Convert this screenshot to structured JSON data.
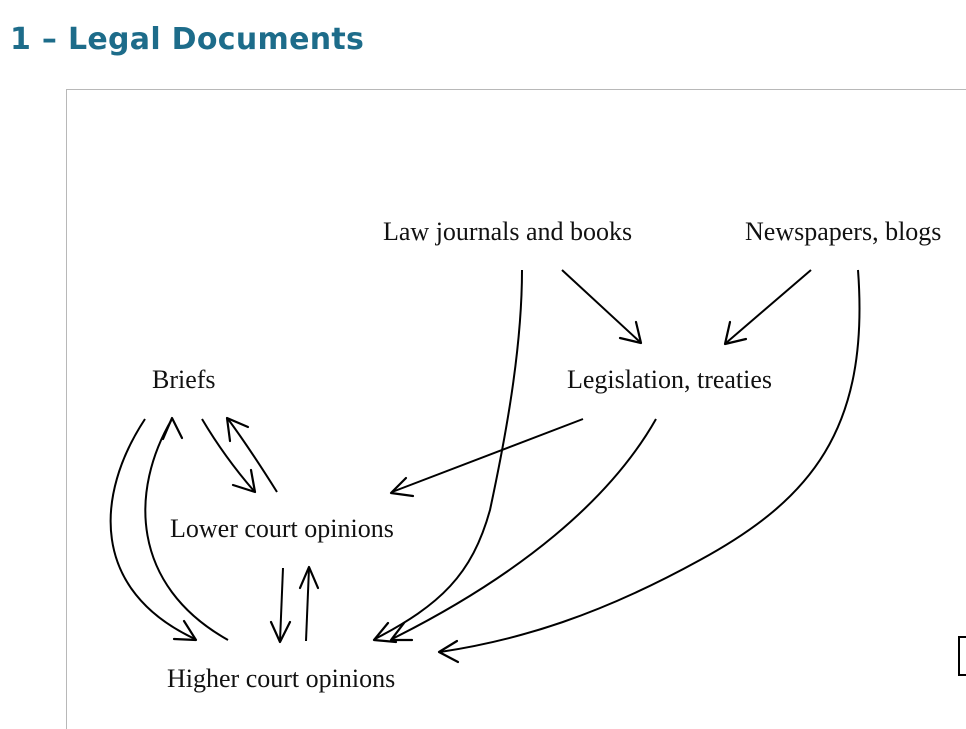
{
  "slide": {
    "title": "1 – Legal Documents"
  },
  "diagram": {
    "nodes": {
      "law_journals": "Law journals and books",
      "newspapers": "Newspapers, blogs",
      "briefs": "Briefs",
      "legislation": "Legislation, treaties",
      "lower_court": "Lower court opinions",
      "higher_court": "Higher court opinions"
    },
    "edges": [
      {
        "from": "law_journals",
        "to": "legislation"
      },
      {
        "from": "newspapers",
        "to": "legislation"
      },
      {
        "from": "law_journals",
        "to": "higher_court"
      },
      {
        "from": "newspapers",
        "to": "higher_court"
      },
      {
        "from": "legislation",
        "to": "lower_court"
      },
      {
        "from": "legislation",
        "to": "higher_court"
      },
      {
        "from": "briefs",
        "to": "lower_court"
      },
      {
        "from": "lower_court",
        "to": "briefs"
      },
      {
        "from": "briefs",
        "to": "higher_court"
      },
      {
        "from": "higher_court",
        "to": "briefs"
      },
      {
        "from": "lower_court",
        "to": "higher_court"
      },
      {
        "from": "higher_court",
        "to": "lower_court"
      }
    ]
  }
}
